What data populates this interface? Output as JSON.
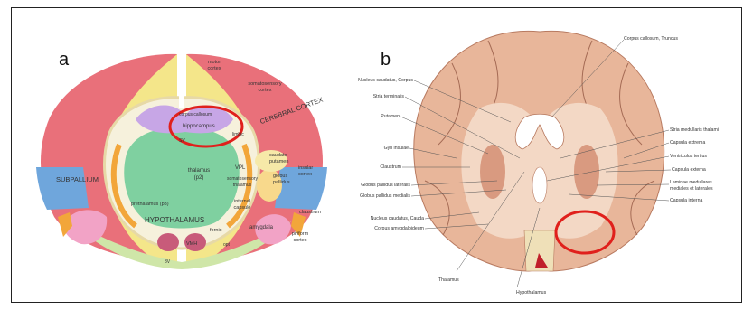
{
  "panels": {
    "a": {
      "letter": "a",
      "labels": {
        "motor_cortex_1": "motor",
        "motor_cortex_2": "cortex",
        "somatosensory_1": "somatosensory",
        "somatosensory_2": "cortex",
        "cerebral_cortex": "CEREBRAL CORTEX",
        "corpus_callosum": "corpus callosum",
        "hippocampus": "hippocampus",
        "limbic": "limbic",
        "sv": "SV",
        "subpallium": "SUBPALLIUM",
        "thalamus_1": "thalamus",
        "thalamus_2": "(p2)",
        "vpl": "VPL",
        "somatosensory_thalamus_1": "somatosensory",
        "somatosensory_thalamus_2": "thalamus",
        "caudate_1": "caudate-",
        "caudate_2": "putamen",
        "globus_1": "globus",
        "globus_2": "pallidus",
        "insular_1": "insular",
        "insular_2": "cortex",
        "internal_1": "internal",
        "internal_2": "capsule",
        "prethalamus": "prethalamus (p3)",
        "claustrum": "claustrum",
        "hypothalamus": "HYPOTHALAMUS",
        "fornix": "fornix",
        "amygdala": "amygdala",
        "vmh": "VMH",
        "opt": "opt",
        "piriform_1": "piriform",
        "piriform_2": "cortex",
        "third_v": "3V"
      }
    },
    "b": {
      "letter": "b",
      "left_labels": [
        "Nucleus caudatus, Corpus",
        "Stria terminalis",
        "Putamen",
        "Gyri insulae",
        "Claustrum",
        "Globus pallidus lateralis",
        "Globus pallidus medialis",
        "Nucleus caudatus, Cauda",
        "Corpus amygdaloideum"
      ],
      "right_labels": [
        "Corpus callosum, Truncus",
        "Stria medullaris thalami",
        "Capsula extrema",
        "Ventriculus tertius",
        "Capsula externa",
        "Laminae medullares",
        "mediales et laterales",
        "Capsula interna"
      ],
      "bottom_labels": {
        "thalamus": "Thalamus",
        "hypothalamus": "Hypothalamus"
      }
    }
  },
  "colors": {
    "highlight_circle": "#e0201c",
    "cortex_pink": "#e9707a",
    "yellow": "#f4e68a",
    "blue": "#6fa6dc",
    "green": "#7fd0a0",
    "lavender": "#c7a6e6",
    "tissue": "#e8b69a"
  }
}
